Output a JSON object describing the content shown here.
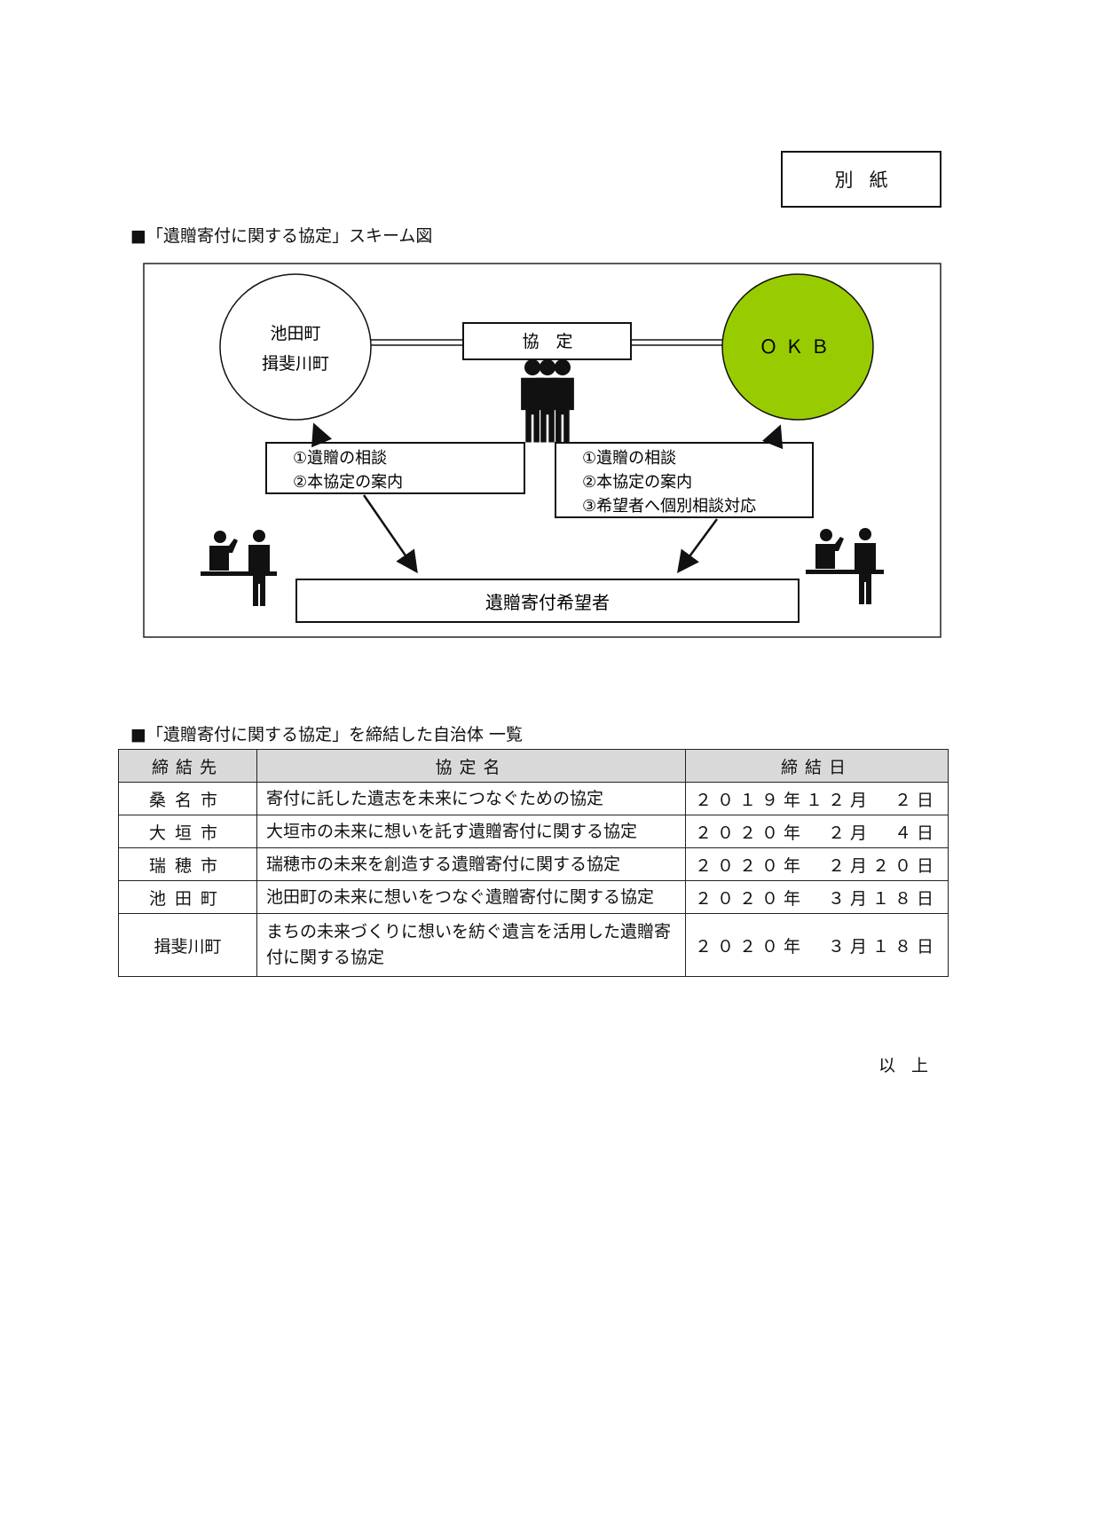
{
  "stamp": "別紙",
  "scheme_heading": "■「遺贈寄付に関する協定」スキーム図",
  "diagram": {
    "left_party": [
      "池田町",
      "揖斐川町"
    ],
    "right_party": "ＯＫＢ",
    "agreement": "協　定",
    "left_box": [
      "①遺贈の相談",
      "②本協定の案内"
    ],
    "right_box": [
      "①遺贈の相談",
      "②本協定の案内",
      "③希望者へ個別相談対応"
    ],
    "bottom_box": "遺贈寄付希望者",
    "colors": {
      "okb_fill": "#99cc00"
    }
  },
  "list_heading": "■「遺贈寄付に関する協定」を締結した自治体 一覧",
  "table": {
    "headers": [
      "締結先",
      "協定名",
      "締結日"
    ],
    "rows": [
      [
        "桑名市",
        "寄付に託した遺志を未来につなぐための協定",
        "２０１９年１２月　２日"
      ],
      [
        "大垣市",
        "大垣市の未来に想いを託す遺贈寄付に関する協定",
        "２０２０年　２月　４日"
      ],
      [
        "瑞穂市",
        "瑞穂市の未来を創造する遺贈寄付に関する協定",
        "２０２０年　２月２０日"
      ],
      [
        "池田町",
        "池田町の未来に想いをつなぐ遺贈寄付に関する協定",
        "２０２０年　３月１８日"
      ],
      [
        "揖斐川町",
        "まちの未来づくりに想いを紡ぐ遺言を活用した遺贈寄付に関する協定",
        "２０２０年　３月１８日"
      ]
    ]
  },
  "closing": "以上"
}
